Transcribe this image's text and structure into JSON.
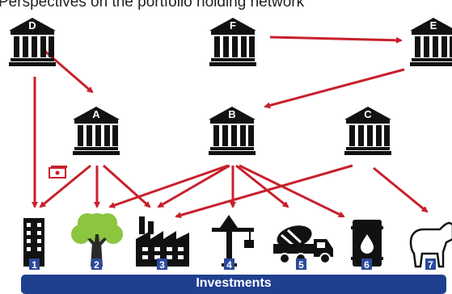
{
  "title": "Perspectives on the portfolio holding network",
  "banner": "Investments",
  "colors": {
    "arrow": "#c8202b",
    "icon": "#111111",
    "tree": "#8cc63f",
    "badge": "#2b4a9a",
    "banner": "#1f3f8f"
  },
  "holdings": [
    {
      "id": "D",
      "icon": "bank-icon"
    },
    {
      "id": "F",
      "icon": "bank-icon"
    },
    {
      "id": "E",
      "icon": "bank-icon"
    },
    {
      "id": "A",
      "icon": "bank-icon"
    },
    {
      "id": "B",
      "icon": "bank-icon"
    },
    {
      "id": "C",
      "icon": "bank-icon"
    }
  ],
  "investments": [
    {
      "number": "1",
      "icon": "building-icon"
    },
    {
      "number": "2",
      "icon": "tree-icon"
    },
    {
      "number": "3",
      "icon": "factory-icon"
    },
    {
      "number": "4",
      "icon": "crane-icon"
    },
    {
      "number": "5",
      "icon": "cement-truck-icon"
    },
    {
      "number": "6",
      "icon": "oil-barrel-icon"
    },
    {
      "number": "7",
      "icon": "cow-icon"
    }
  ],
  "money_icon": "banknote-icon"
}
